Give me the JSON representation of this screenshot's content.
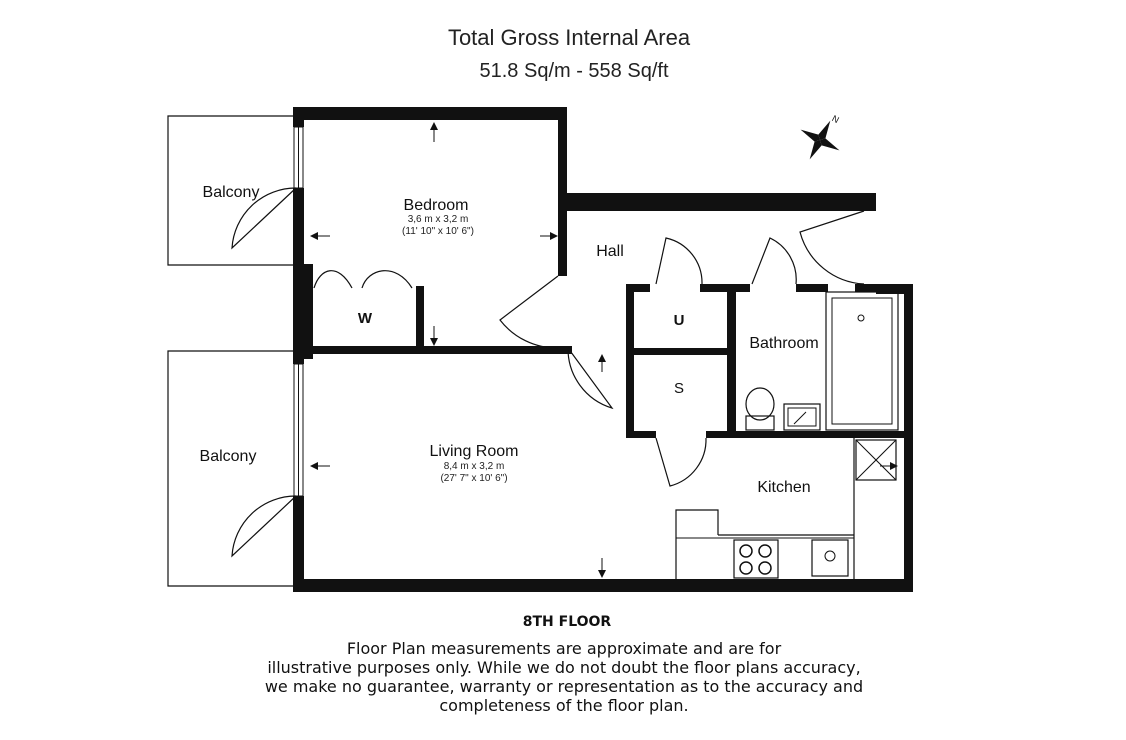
{
  "header": {
    "title": "Total Gross Internal Area",
    "area": "51.8 Sq/m - 558 Sq/ft"
  },
  "rooms": {
    "balcony_top": "Balcony",
    "balcony_bottom": "Balcony",
    "bedroom": {
      "name": "Bedroom",
      "metric": "3,6 m x 3,2 m",
      "imperial": "(11' 10\" x 10' 6\")"
    },
    "hall": "Hall",
    "wardrobe": "W",
    "utility": "U",
    "storage": "S",
    "bathroom": "Bathroom",
    "living": {
      "name": "Living Room",
      "metric": "8,4 m x 3,2 m",
      "imperial": "(27' 7\" x 10' 6\")"
    },
    "kitchen": "Kitchen"
  },
  "compass": {
    "north_label": "N",
    "icon": "compass-rose-icon"
  },
  "floor_label": "8TH FLOOR",
  "disclaimer": [
    "Floor Plan measurements are approximate and are for",
    "illustrative purposes only.  While we do not doubt the floor plans accuracy,",
    "we make no guarantee, warranty or representation as to the accuracy and",
    "completeness of the floor plan."
  ],
  "colors": {
    "wall": "#111111",
    "text": "#222222",
    "background": "#ffffff"
  }
}
